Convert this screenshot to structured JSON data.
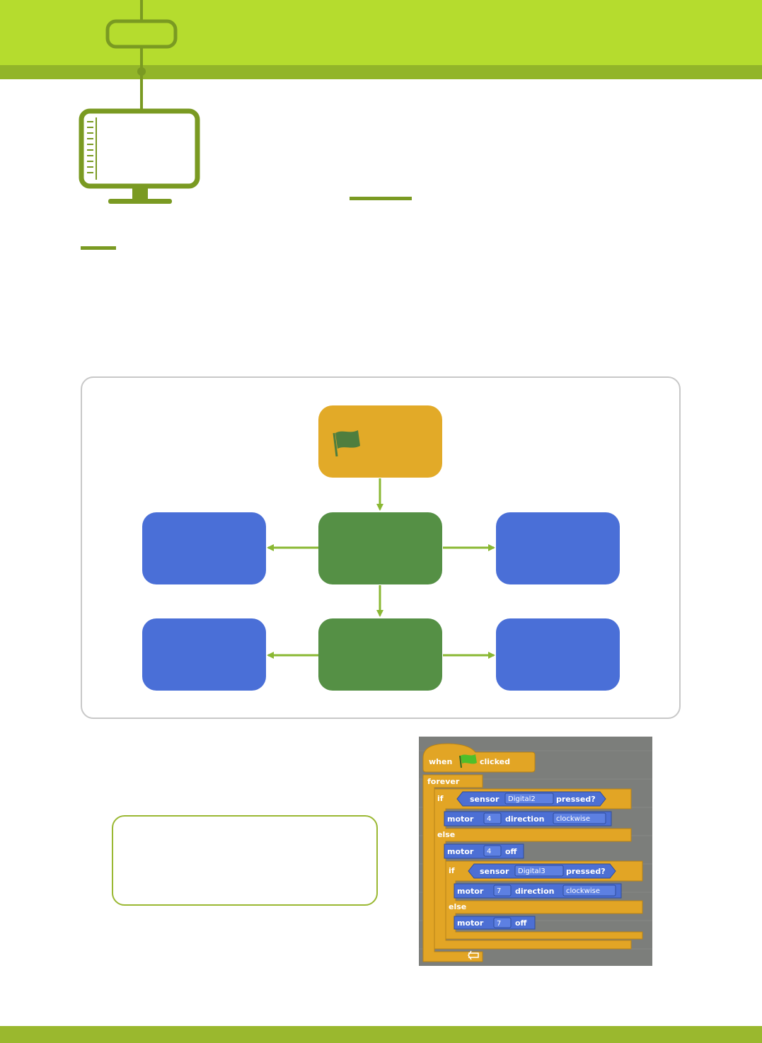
{
  "colors": {
    "header_green": "#b5dc2e",
    "header_dark": "#92b529",
    "accent_olive": "#7a9a22",
    "flow_start": "#e2aa28",
    "flow_loop": "#559045",
    "flow_action": "#4a6fd7",
    "arrow": "#8ab833",
    "panel_border": "#c8c8c8",
    "script_bg": "#7c7e7b",
    "block_control": "#e2a525",
    "block_motion": "#4c6fd4"
  },
  "icons": {
    "header": "tag-icon",
    "monitor": "monitor-icon",
    "start": "green-flag-icon"
  },
  "script": {
    "when_label": "when",
    "clicked_label": "clicked",
    "forever_label": "forever",
    "if_label": "if",
    "else_label": "else",
    "sensor_label": "sensor",
    "pressed_label": "pressed?",
    "motor_label": "motor",
    "direction_label": "direction",
    "off_label": "off",
    "sensor_1": "Digital2",
    "sensor_2": "Digital3",
    "motor_1": "4",
    "motor_2": "7",
    "direction_value": "clockwise"
  }
}
